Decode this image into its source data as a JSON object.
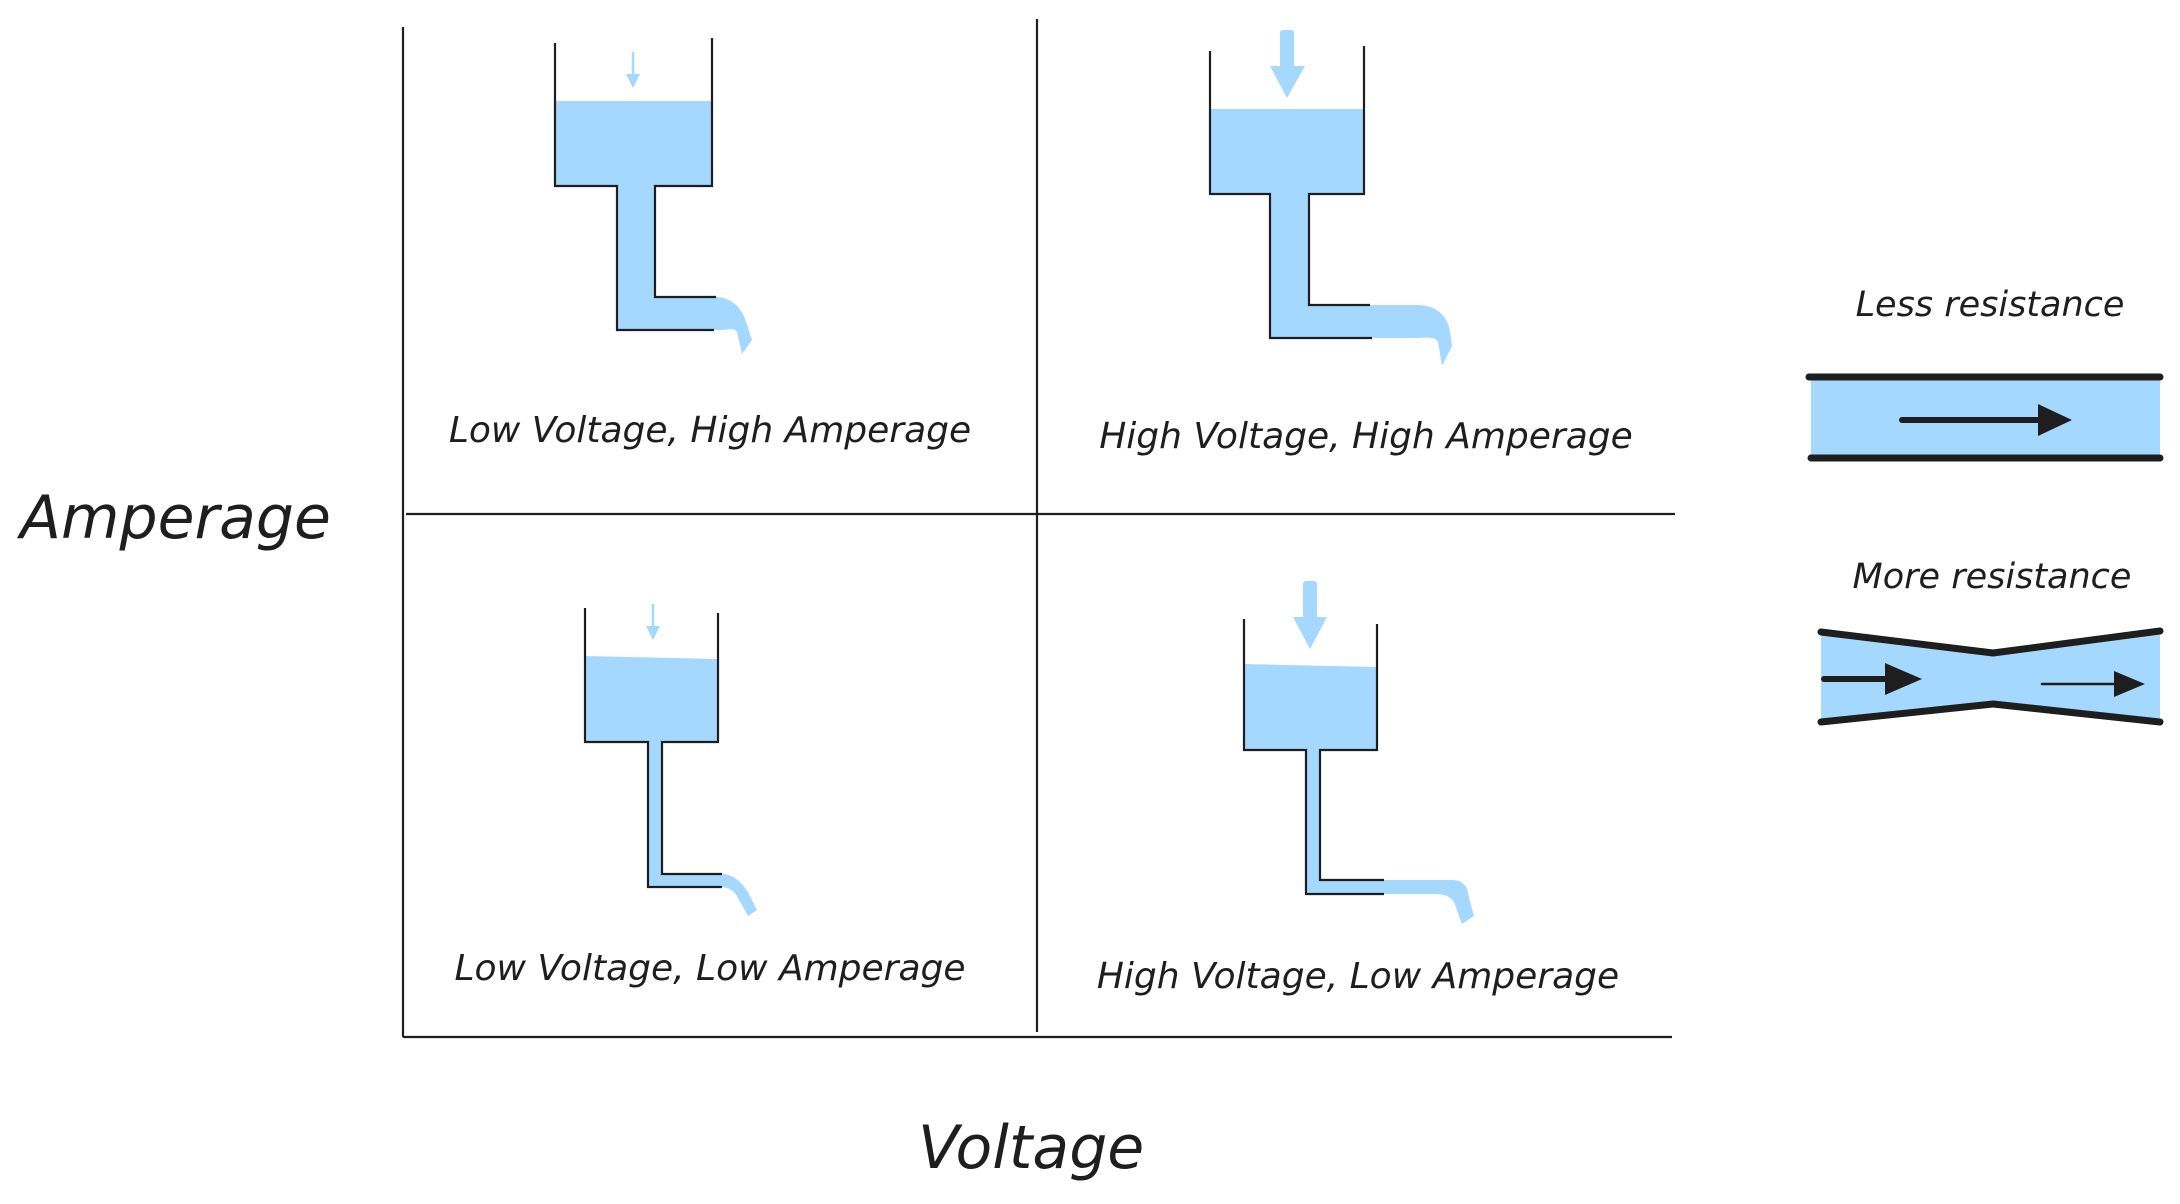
{
  "axes": {
    "y_label": "Amperage",
    "x_label": "Voltage"
  },
  "quadrants": {
    "top_left": "Low Voltage, High Amperage",
    "top_right": "High Voltage, High Amperage",
    "bottom_left": "Low Voltage, Low Amperage",
    "bottom_right": "High Voltage, Low Amperage"
  },
  "legend": {
    "less": "Less resistance",
    "more": "More resistance"
  },
  "colors": {
    "water": "#a5d8ff",
    "line": "#1e1e1e"
  }
}
